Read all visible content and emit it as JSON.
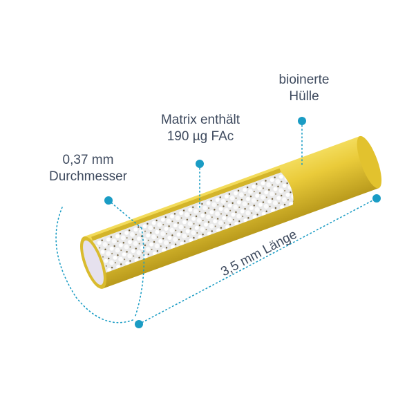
{
  "labels": {
    "shell_line1": "bioinerte",
    "shell_line2": "Hülle",
    "matrix_line1": "Matrix enthält",
    "matrix_line2": "190 µg FAc",
    "diameter_line1": "0,37 mm",
    "diameter_line2": "Durchmesser",
    "length": "3,5 mm Länge"
  },
  "colors": {
    "accent": "#1a9cc4",
    "tube": "#e9c936",
    "text": "#3e4a5e"
  }
}
